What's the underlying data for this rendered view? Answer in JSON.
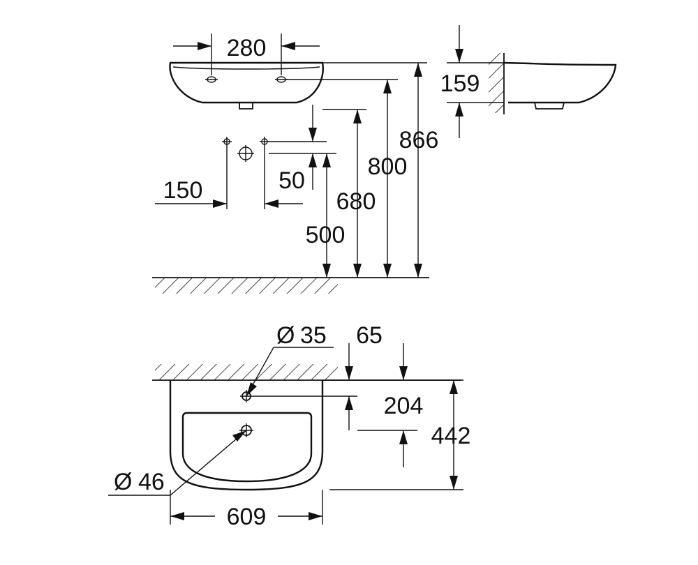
{
  "side_view": {
    "hole_spacing": "280",
    "valve_spacing": "150",
    "valve_offset": "50",
    "height_500": "500",
    "height_680": "680",
    "height_800": "800",
    "height_866": "866",
    "bowl_depth": "159"
  },
  "top_view": {
    "tap_hole_dia": "35",
    "tap_hole_offset": "65",
    "drain_offset": "204",
    "basin_depth": "442",
    "basin_width": "609",
    "drain_dia": "46",
    "diameter_symbol": "Ø"
  }
}
